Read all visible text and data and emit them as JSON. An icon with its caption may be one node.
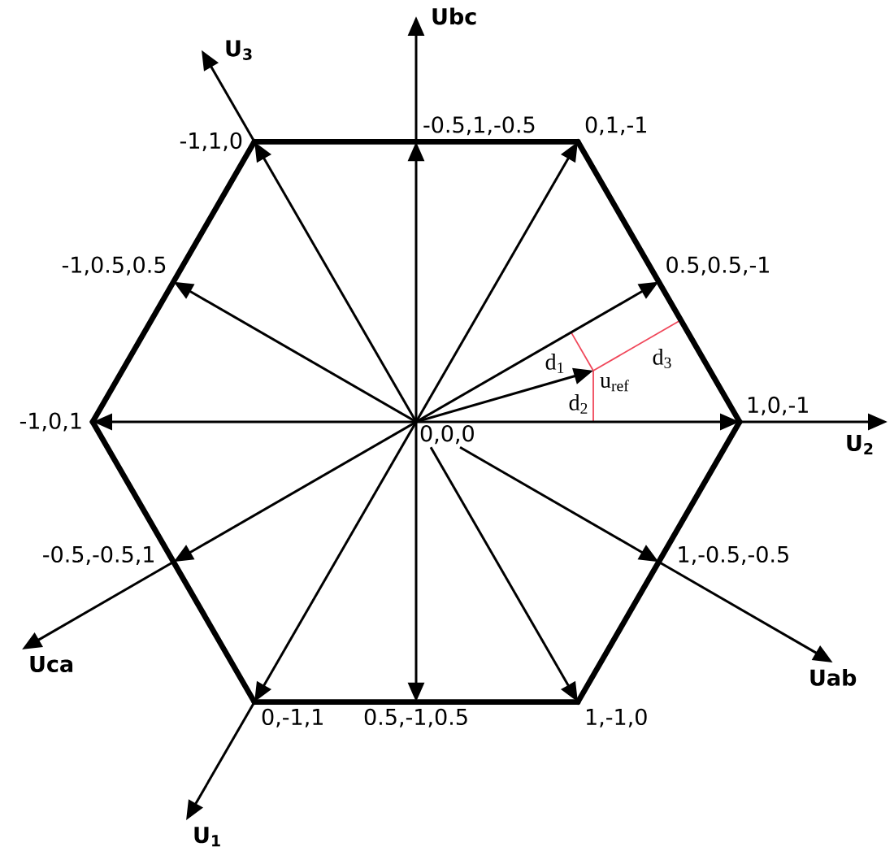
{
  "diagram": {
    "nodes": [
      {
        "text": [
          "Ubc"
        ]
      },
      {
        "text": [
          "U$_{3}$"
        ]
      },
      {
        "text": [
          "-1,1,0"
        ]
      },
      {
        "text": [
          "-0.5,1,-0.5"
        ]
      },
      {
        "text": [
          "0,1,-1"
        ]
      },
      {
        "text": [
          "-1,0.5,0.5"
        ]
      },
      {
        "text": [
          "0.5,0.5,-1"
        ]
      },
      {
        "text": [
          "u$_{ref}$"
        ]
      },
      {
        "text": [
          "-1,0,1"
        ]
      },
      {
        "text": [
          "0,0,0"
        ]
      },
      {
        "text": [
          "1,0,-1"
        ]
      },
      {
        "text": [
          "U$_{2}$"
        ]
      },
      {
        "text": [
          "-0.5,-0.5,1"
        ]
      },
      {
        "text": [
          "1,-0.5,-0.5"
        ]
      },
      {
        "text": [
          "Uca"
        ]
      },
      {
        "text": [
          "Uab"
        ]
      },
      {
        "text": [
          "0,-1,1"
        ]
      },
      {
        "text": [
          "0.5,-1,0.5"
        ]
      },
      {
        "text": [
          "1,-1,0"
        ]
      },
      {
        "text": [
          "U$_{1}$"
        ]
      }
    ],
    "edges": [
      {
        "from": 9,
        "to": 10,
        "arrow": "to"
      },
      {
        "from": 9,
        "to": 6,
        "arrow": "to"
      },
      {
        "from": 9,
        "to": 4,
        "arrow": "to"
      },
      {
        "from": 9,
        "to": 3,
        "arrow": "to"
      },
      {
        "from": 9,
        "to": 2,
        "arrow": "to"
      },
      {
        "from": 9,
        "to": 5,
        "arrow": "to"
      },
      {
        "from": 9,
        "to": 8,
        "arrow": "to"
      },
      {
        "from": 9,
        "to": 12,
        "arrow": "to"
      },
      {
        "from": 9,
        "to": 16,
        "arrow": "to"
      },
      {
        "from": 9,
        "to": 17,
        "arrow": "to"
      },
      {
        "from": 9,
        "to": 18,
        "arrow": "to"
      },
      {
        "from": 9,
        "to": 13,
        "arrow": "to"
      },
      {
        "from": 9,
        "to": 7,
        "arrow": "to"
      },
      {
        "from": 10,
        "to": 4,
        "arrow": "none",
        "style": "thick"
      },
      {
        "from": 4,
        "to": 2,
        "arrow": "none",
        "style": "thick"
      },
      {
        "from": 2,
        "to": 8,
        "arrow": "none",
        "style": "thick"
      },
      {
        "from": 8,
        "to": 16,
        "arrow": "none",
        "style": "thick"
      },
      {
        "from": 16,
        "to": 18,
        "arrow": "none",
        "style": "thick"
      },
      {
        "from": 18,
        "to": 10,
        "arrow": "none",
        "style": "thick"
      },
      {
        "from": 3,
        "to": 0,
        "arrow": "to"
      },
      {
        "from": 2,
        "to": 1,
        "arrow": "to"
      },
      {
        "from": 10,
        "to": 11,
        "arrow": "to"
      },
      {
        "from": 13,
        "to": 15,
        "arrow": "to"
      },
      {
        "from": 12,
        "to": 14,
        "arrow": "to"
      },
      {
        "from": 16,
        "to": 19,
        "arrow": "to"
      }
    ],
    "labels": [
      "d$_{1}$",
      "d$_{3}$",
      "d$_{2}$"
    ]
  }
}
